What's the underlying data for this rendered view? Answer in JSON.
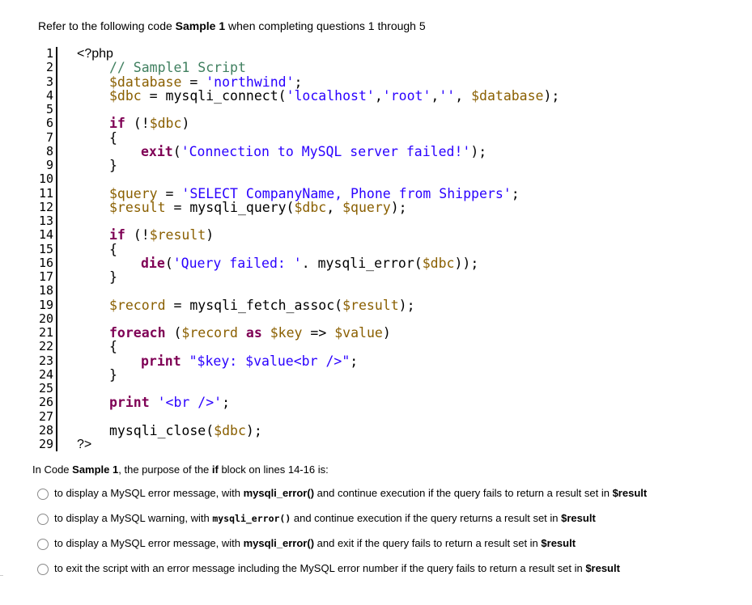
{
  "intro": {
    "pre": "Refer to the following code ",
    "bold": "Sample 1",
    "post": " when completing questions 1 through 5"
  },
  "code": {
    "line_numbers": [
      "1",
      "2",
      "3",
      "4",
      "5",
      "6",
      "7",
      "8",
      "9",
      "10",
      "11",
      "12",
      "13",
      "14",
      "15",
      "16",
      "17",
      "18",
      "19",
      "20",
      "21",
      "22",
      "23",
      "24",
      "25",
      "26",
      "27",
      "28",
      "29"
    ],
    "l1": "<?php",
    "l2": "// Sample1 Script",
    "l3_var": "$database",
    "l3_op": " = ",
    "l3_str": "'northwind'",
    "l3_end": ";",
    "l4_var": "$dbc",
    "l4_op": " = mysqli_connect(",
    "l4_s1": "'localhost'",
    "l4_c1": ",",
    "l4_s2": "'root'",
    "l4_c2": ",",
    "l4_s3": "''",
    "l4_c3": ", ",
    "l4_v2": "$database",
    "l4_end": ");",
    "l6_kw": "if",
    "l6_p1": " (!",
    "l6_var": "$dbc",
    "l6_p2": ")",
    "l7": "{",
    "l8_kw": "exit",
    "l8_p1": "(",
    "l8_str": "'Connection to MySQL server failed!'",
    "l8_end": ");",
    "l9": "}",
    "l11_var": "$query",
    "l11_op": " = ",
    "l11_str": "'SELECT CompanyName, Phone from Shippers'",
    "l11_end": ";",
    "l12_var": "$result",
    "l12_op": " = mysqli_query(",
    "l12_v1": "$dbc",
    "l12_c": ", ",
    "l12_v2": "$query",
    "l12_end": ");",
    "l14_kw": "if",
    "l14_p1": " (!",
    "l14_var": "$result",
    "l14_p2": ")",
    "l15": "{",
    "l16_kw": "die",
    "l16_p1": "(",
    "l16_str": "'Query failed: '",
    "l16_p2": ". mysqli_error(",
    "l16_var": "$dbc",
    "l16_end": "));",
    "l17": "}",
    "l19_var": "$record",
    "l19_op": " = mysqli_fetch_assoc(",
    "l19_v2": "$result",
    "l19_end": ");",
    "l21_kw": "foreach",
    "l21_p1": " (",
    "l21_v1": "$record",
    "l21_as": " as ",
    "l21_v2": "$key",
    "l21_arrow": " => ",
    "l21_v3": "$value",
    "l21_end": ")",
    "l22": "{",
    "l23_kw": "print",
    "l23_str": " \"$key: $value<br />\"",
    "l23_end": ";",
    "l24": "}",
    "l26_kw": "print",
    "l26_str": " '<br />'",
    "l26_end": ";",
    "l28_fn": "mysqli_close(",
    "l28_var": "$dbc",
    "l28_end": ");",
    "l29": "?>"
  },
  "question": {
    "pre": "In Code ",
    "bold1": "Sample 1",
    "mid": ", the purpose of the ",
    "bold2": "if",
    "post": " block on lines 14-16 is:"
  },
  "options": [
    {
      "pre": "to display a MySQL error message, with ",
      "bold": "mysqli_error()",
      "mid": " and continue execution if the query fails to return a result set in ",
      "bold2": "$result"
    },
    {
      "pre": "to display a MySQL warning, with ",
      "bold": "mysqli_error()",
      "mid": " and continue execution if the query returns a result set in ",
      "bold2": "$result"
    },
    {
      "pre": "to display a MySQL error message, with ",
      "bold": "mysqli_error()",
      "mid": " and exit if the query fails to return a result set in ",
      "bold2": "$result"
    },
    {
      "pre": "to exit the script with an error message including the MySQL error number if the query fails to return a result set in ",
      "bold": "",
      "mid": "",
      "bold2": "$result"
    }
  ],
  "colors": {
    "keyword": "#7f0055",
    "string": "#2a00ff",
    "variable": "#8a5f00",
    "comment": "#3f7f5f"
  }
}
